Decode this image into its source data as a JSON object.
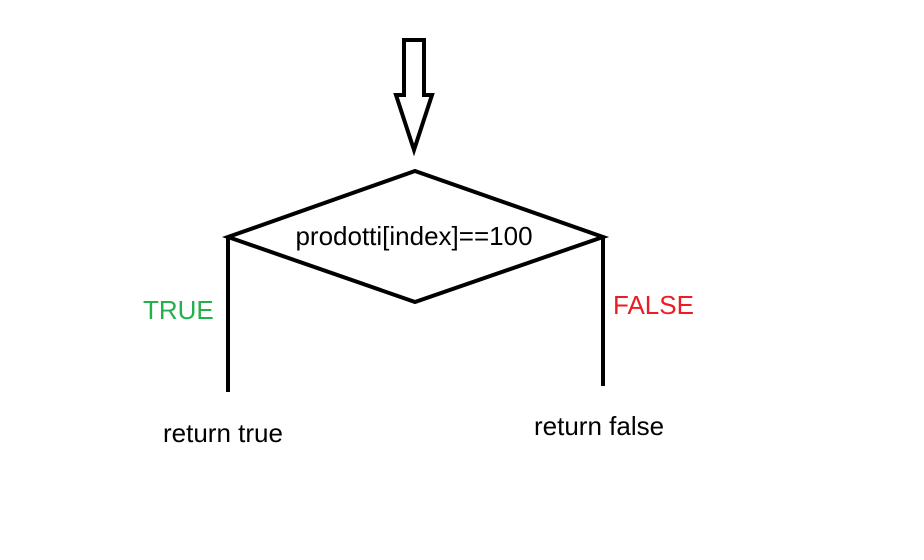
{
  "flowchart": {
    "condition": {
      "text": "prodotti[index]==100"
    },
    "true_branch": {
      "label": "TRUE",
      "label_color": "#22b14c",
      "result": "return true"
    },
    "false_branch": {
      "label": "FALSE",
      "label_color": "#ed1c24",
      "result": "return false"
    },
    "stroke_color": "#000000",
    "text_color": "#000000",
    "arrow_icon": "down-arrow-icon"
  }
}
